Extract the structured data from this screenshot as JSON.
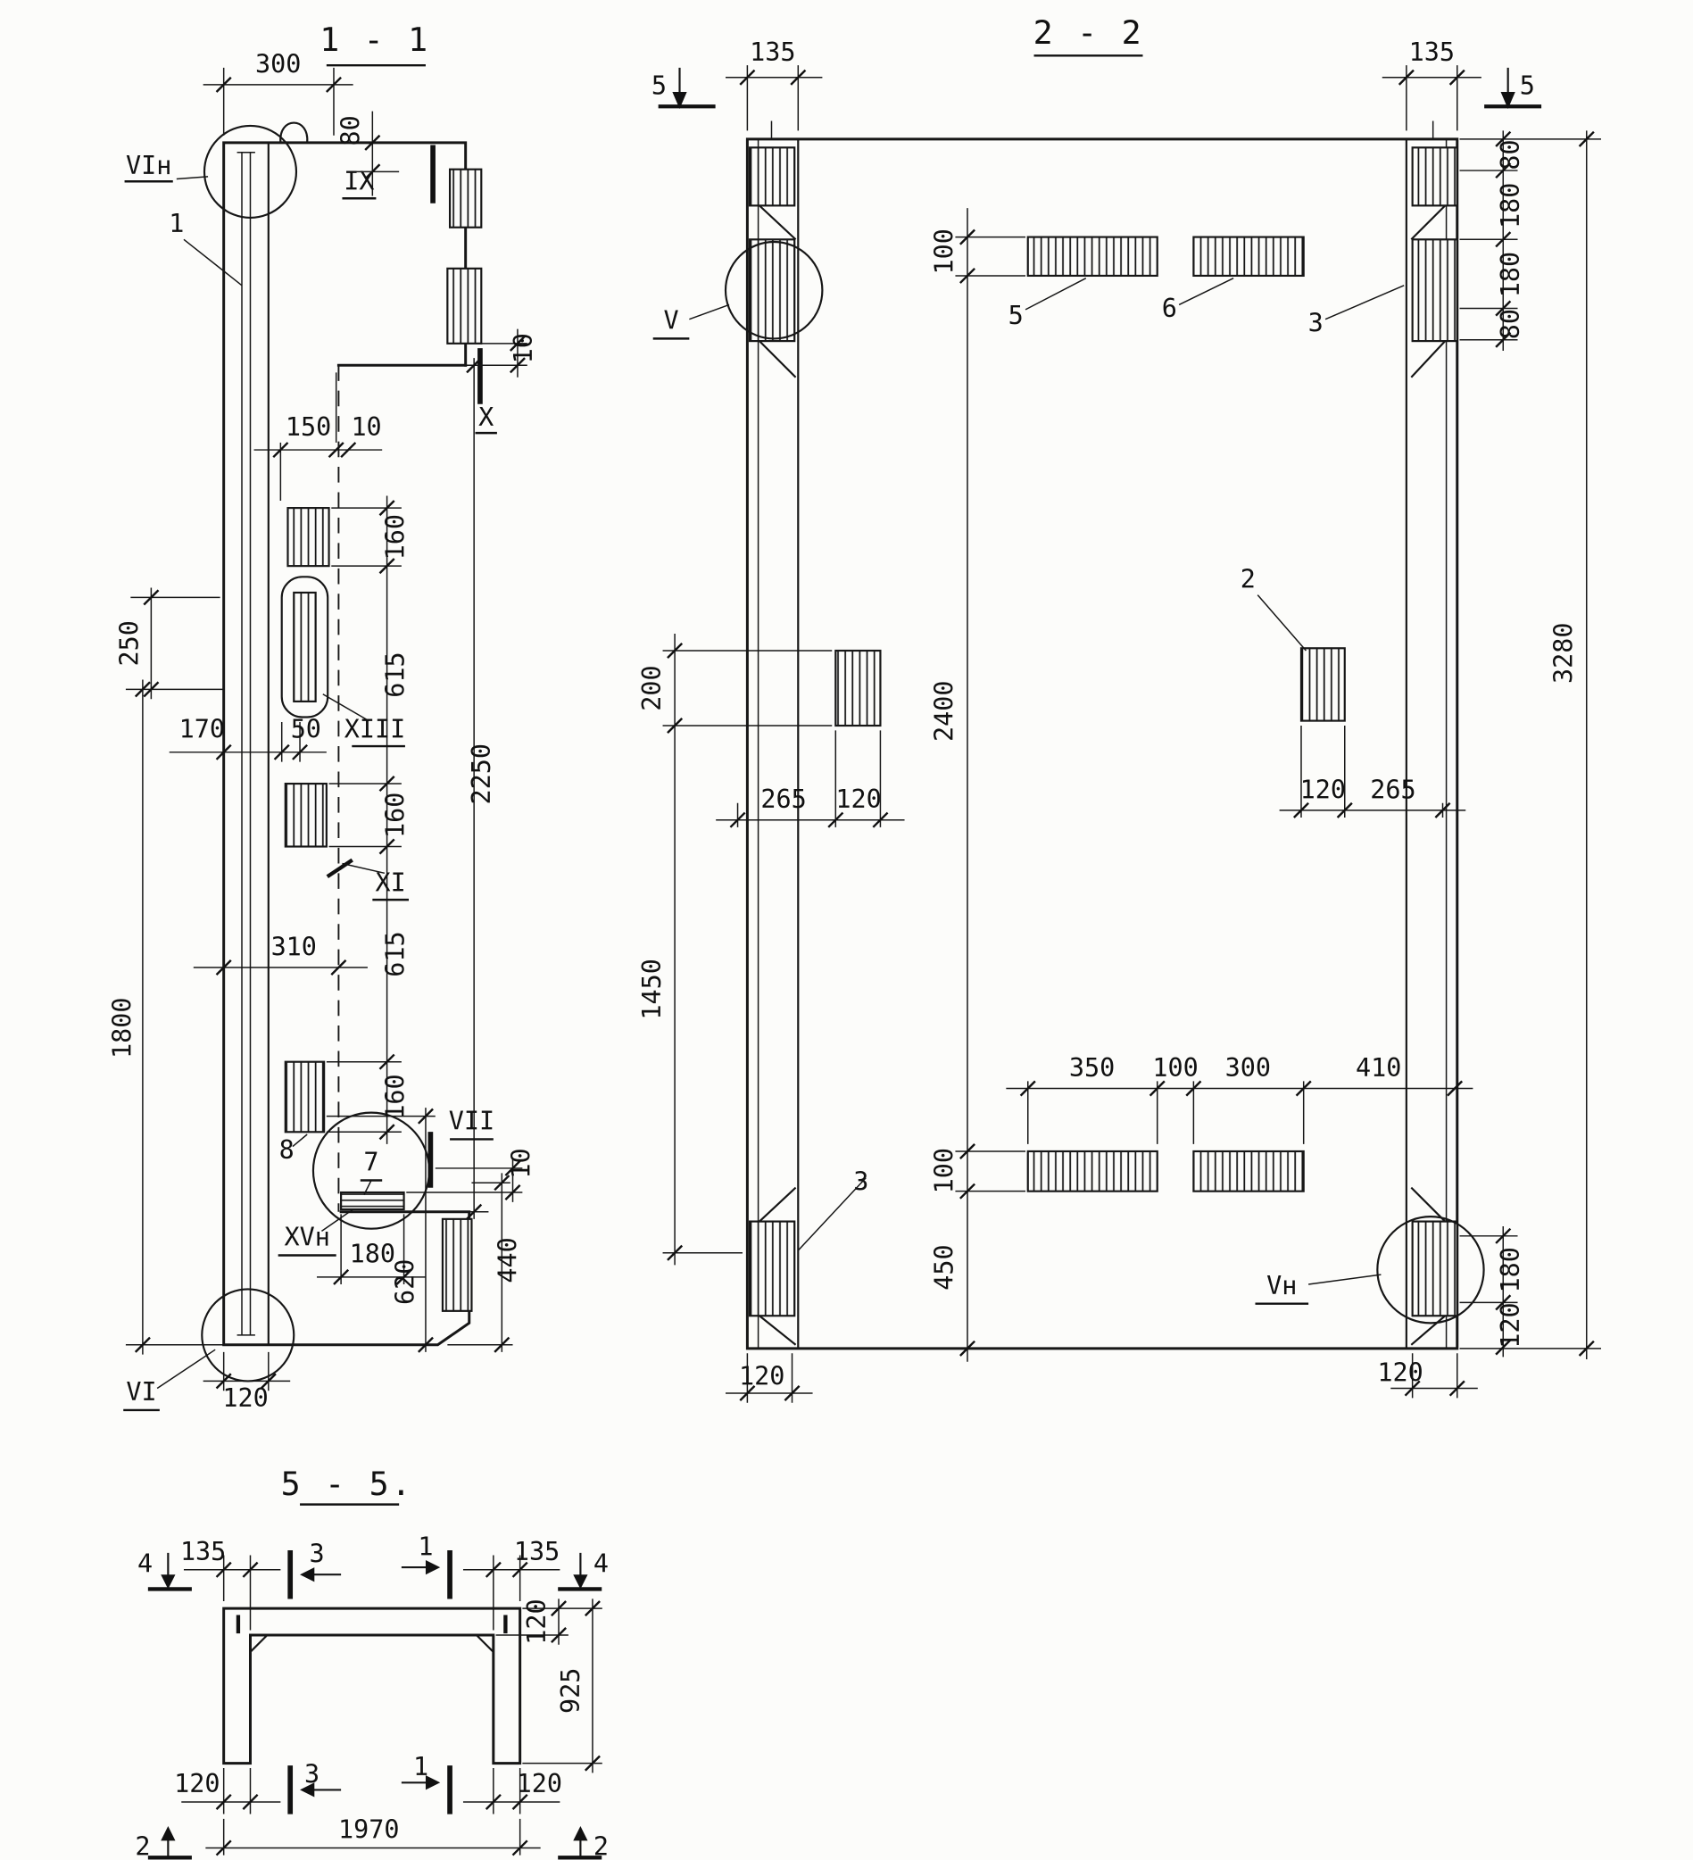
{
  "s11": {
    "title": "1 - 1",
    "marks": {
      "vih": "VIн",
      "ix": "IX",
      "x": "X",
      "xiii": "XIII",
      "xi": "XI",
      "vii": "VII",
      "xvh": "XVн",
      "vi": "VI"
    },
    "items": {
      "i1": "1",
      "i7": "7",
      "i8": "8"
    },
    "dims": {
      "d300": "300",
      "d80": "80",
      "d10_top": "10",
      "d150": "150",
      "d10_150": "10",
      "d160_1": "160",
      "d615_1": "615",
      "d160_2": "160",
      "d615_2": "615",
      "d160_3": "160",
      "d2250": "2250",
      "d250": "250",
      "d1800": "1800",
      "d170": "170",
      "d50": "50",
      "d310": "310",
      "d10_vii": "10",
      "d180": "180",
      "d440": "440",
      "d620": "620",
      "d120": "120"
    }
  },
  "s22": {
    "title": "2 - 2",
    "marks": {
      "v": "V",
      "vh": "Vн",
      "sec5_left": "5",
      "sec5_right": "5"
    },
    "items": {
      "i2": "2",
      "i3_top": "3",
      "i3_bottom": "3",
      "i5": "5",
      "i6": "6"
    },
    "dims": {
      "d135_left": "135",
      "d135_right": "135",
      "d80_1": "80",
      "d180_1": "180",
      "d180_2": "180",
      "d80_2": "80",
      "d3280": "3280",
      "d100_top": "100",
      "d2400": "2400",
      "d100_bottom": "100",
      "d450": "450",
      "d200": "200",
      "d1450": "1450",
      "d265_left": "265",
      "d120_left": "120",
      "d120_right": "120",
      "d265_right": "265",
      "d350": "350",
      "d100_mid": "100",
      "d300": "300",
      "d410": "410",
      "d180_3": "180",
      "d120_rb": "120",
      "d120_bl": "120",
      "d120_br": "120"
    }
  },
  "s55": {
    "title": "5 - 5.",
    "marks": {
      "sec4_left": "4",
      "sec4_right": "4",
      "sec2_left": "2",
      "sec2_right": "2",
      "sec3_top": "3",
      "sec1_top": "1",
      "sec3_bottom": "3",
      "sec1_bottom": "1"
    },
    "dims": {
      "d135_left": "135",
      "d135_right": "135",
      "d120_top": "120",
      "d925": "925",
      "d120_bl": "120",
      "d120_br": "120",
      "d1970": "1970"
    }
  }
}
